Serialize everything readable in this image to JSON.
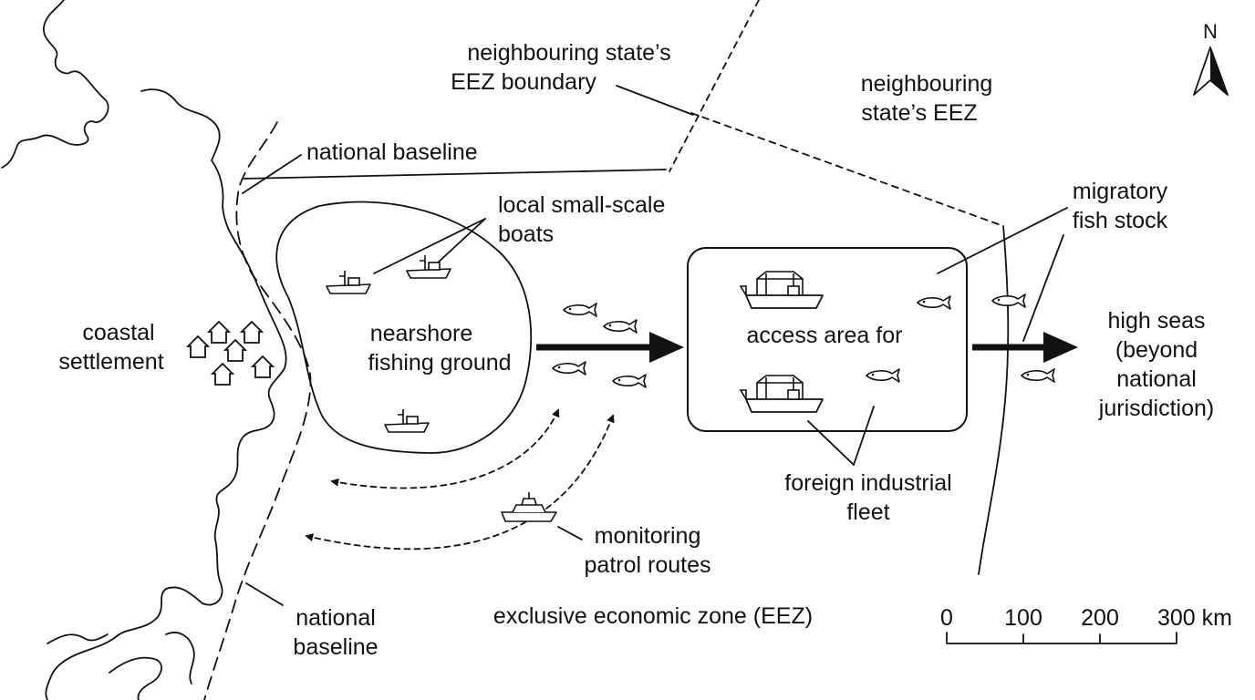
{
  "colors": {
    "ink": "#111111",
    "background": "#ffffff"
  },
  "north_arrow": {
    "label": "N"
  },
  "labels": {
    "neighbour_boundary": [
      "neighbouring state’s",
      "EEZ boundary"
    ],
    "neighbour_eez": [
      "neighbouring",
      "state’s EEZ"
    ],
    "baseline_top": "national baseline",
    "local_boats": [
      "local small-scale",
      "boats"
    ],
    "migratory": [
      "migratory",
      "fish stock"
    ],
    "settlement": [
      "coastal",
      "settlement"
    ],
    "nearshore": [
      "nearshore",
      "fishing ground"
    ],
    "access_area": "access area for",
    "high_seas": [
      "high seas",
      "(beyond",
      "national",
      "jurisdiction)"
    ],
    "foreign_fleet": [
      "foreign industrial",
      "fleet"
    ],
    "monitoring": [
      "monitoring",
      "patrol routes"
    ],
    "baseline_bottom": [
      "national",
      "baseline"
    ],
    "eez": "exclusive economic zone (EEZ)"
  },
  "scale_bar": {
    "ticks": [
      "0",
      "100",
      "200",
      "300 km"
    ]
  },
  "icons": [
    "north-arrow-icon",
    "house-icon",
    "small-boat-icon",
    "industrial-ship-icon",
    "fish-icon",
    "patrol-boat-icon",
    "flow-arrow-icon"
  ]
}
